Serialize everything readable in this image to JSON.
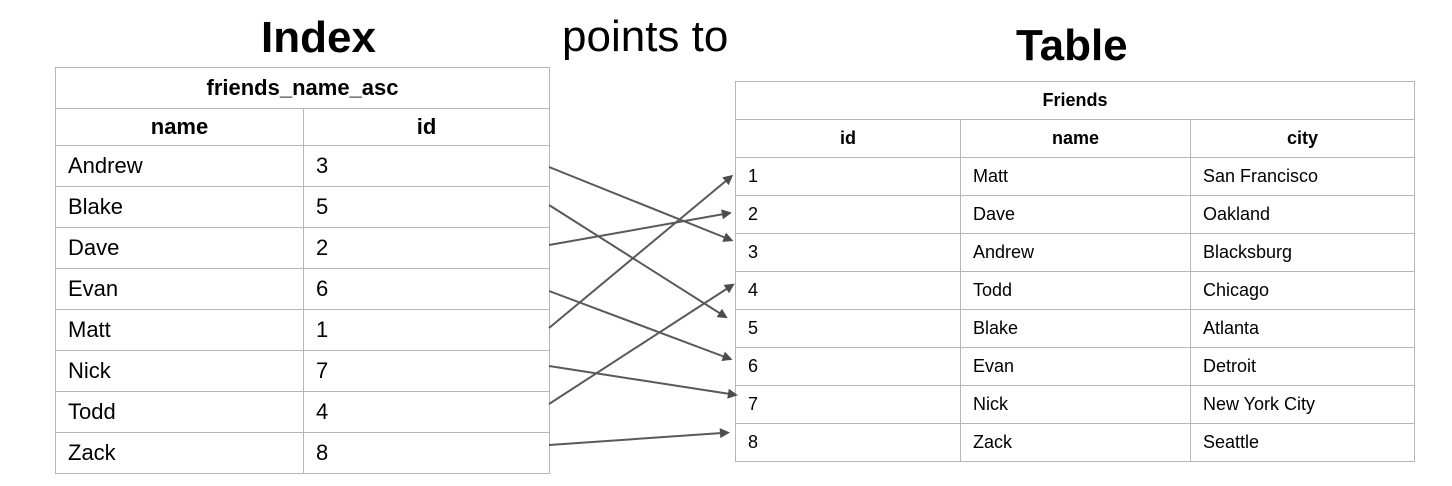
{
  "titles": {
    "index": "Index",
    "points_to": "points to",
    "table": "Table"
  },
  "index_table": {
    "title": "friends_name_asc",
    "columns": [
      "name",
      "id"
    ],
    "rows": [
      {
        "name": "Andrew",
        "id": "3"
      },
      {
        "name": "Blake",
        "id": "5"
      },
      {
        "name": "Dave",
        "id": "2"
      },
      {
        "name": "Evan",
        "id": "6"
      },
      {
        "name": "Matt",
        "id": "1"
      },
      {
        "name": "Nick",
        "id": "7"
      },
      {
        "name": "Todd",
        "id": "4"
      },
      {
        "name": "Zack",
        "id": "8"
      }
    ]
  },
  "friends_table": {
    "title": "Friends",
    "columns": [
      "id",
      "name",
      "city"
    ],
    "rows": [
      {
        "id": "1",
        "name": "Matt",
        "city": "San Francisco"
      },
      {
        "id": "2",
        "name": "Dave",
        "city": "Oakland"
      },
      {
        "id": "3",
        "name": "Andrew",
        "city": "Blacksburg"
      },
      {
        "id": "4",
        "name": "Todd",
        "city": "Chicago"
      },
      {
        "id": "5",
        "name": "Blake",
        "city": "Atlanta"
      },
      {
        "id": "6",
        "name": "Evan",
        "city": "Detroit"
      },
      {
        "id": "7",
        "name": "Nick",
        "city": "New York City"
      },
      {
        "id": "8",
        "name": "Zack",
        "city": "Seattle"
      }
    ]
  },
  "arrows": [
    {
      "from_name": "Andrew",
      "to_id": "3"
    },
    {
      "from_name": "Blake",
      "to_id": "5"
    },
    {
      "from_name": "Dave",
      "to_id": "2"
    },
    {
      "from_name": "Evan",
      "to_id": "6"
    },
    {
      "from_name": "Matt",
      "to_id": "1"
    },
    {
      "from_name": "Nick",
      "to_id": "7"
    },
    {
      "from_name": "Todd",
      "to_id": "4"
    },
    {
      "from_name": "Zack",
      "to_id": "8"
    }
  ],
  "colors": {
    "arrow": "#595959",
    "border_outer": "#878787",
    "border_inner": "#b7b7b7",
    "text": "#000000",
    "background": "#ffffff"
  }
}
